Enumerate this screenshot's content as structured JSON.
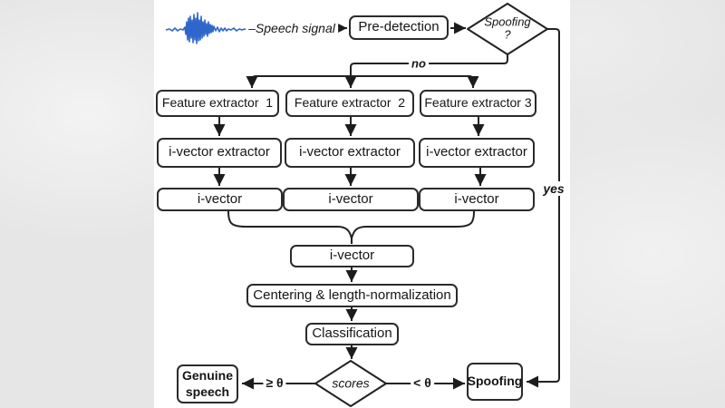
{
  "colors": {
    "line": "#222222",
    "box_border": "#2b2b2b",
    "waveform_blue": "#2f66cb",
    "canvas_white": "#ffffff",
    "letterbox_gray": "#e6e6e6"
  },
  "nodes": {
    "pre_detection": "Pre-detection",
    "spoofing_decision": "Spoofing\n?",
    "feature_extractor_1": "Feature extractor  1",
    "feature_extractor_2": "Feature extractor  2",
    "feature_extractor_3": "Feature extractor 3",
    "ivector_extractor_1": "i-vector extractor",
    "ivector_extractor_2": "i-vector extractor",
    "ivector_extractor_3": "i-vector extractor",
    "ivector_1": "i-vector",
    "ivector_2": "i-vector",
    "ivector_3": "i-vector",
    "ivector_merged": "i-vector",
    "centering": "Centering & length-normalization",
    "classification": "Classification",
    "scores_decision": "scores",
    "genuine_speech": "Genuine\nspeech",
    "spoofing_result": "Spoofing"
  },
  "edge_labels": {
    "speech_signal": "–Speech signal",
    "no": "no",
    "yes": "yes",
    "ge_theta": "≥ θ",
    "lt_theta": "< θ"
  }
}
